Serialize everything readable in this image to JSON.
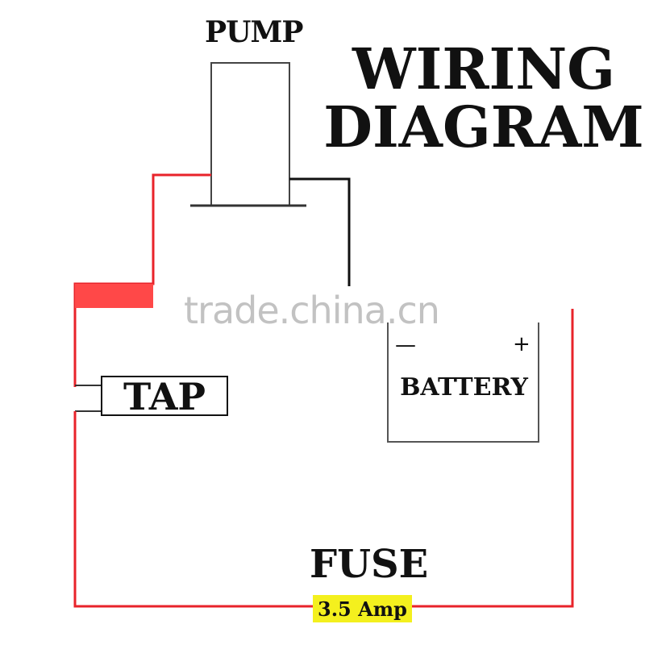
{
  "title_line1": "WIRING",
  "title_line2": "DIAGRAM",
  "components": {
    "pump": "PUMP",
    "tap": "TAP",
    "battery": "BATTERY",
    "battery_negative": "—",
    "battery_positive": "+",
    "fuse": "FUSE",
    "fuse_rating": "3.5 Amp"
  },
  "watermark": "trade.china.cn",
  "colors": {
    "positive_wire": "#e8232a",
    "negative_wire": "#111111",
    "component_outline": "#333333",
    "fuse_highlight": "#f4f01e"
  }
}
